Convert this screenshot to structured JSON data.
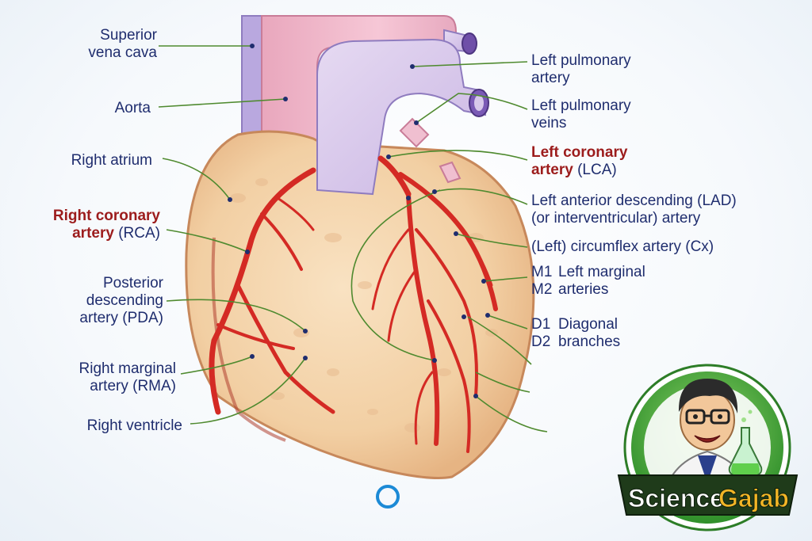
{
  "labels": {
    "svc": [
      "Superior",
      "vena cava"
    ],
    "aorta": "Aorta",
    "right_atrium": "Right atrium",
    "rca": [
      "Right coronary",
      "artery",
      "(RCA)"
    ],
    "pda": [
      "Posterior",
      "descending",
      "artery (PDA)"
    ],
    "rma": [
      "Right marginal",
      "artery (RMA)"
    ],
    "right_ventricle": "Right ventricle",
    "lpa": [
      "Left pulmonary",
      "artery"
    ],
    "lpv": [
      "Left pulmonary",
      "veins"
    ],
    "lca": [
      "Left coronary",
      "artery",
      "(LCA)"
    ],
    "lad": [
      "Left anterior descending (LAD)",
      "(or interventricular) artery"
    ],
    "cx": "(Left) circumflex artery (Cx)",
    "marginal": {
      "m1": "M1",
      "m2": "M2",
      "line1": "Left marginal",
      "line2": "arteries"
    },
    "diagonal": {
      "d1": "D1",
      "d2": "D2",
      "line1": "Diagonal",
      "line2": "branches"
    }
  },
  "logo": {
    "word1": "Science",
    "word2": "Gajab"
  },
  "colors": {
    "label_text": "#1f2d6e",
    "coronary_label": "#9c1c1c",
    "leader_line": "#4f8a2f",
    "myocardium": "#f4d7b0",
    "artery": "#d42a24",
    "vessel": "#d7c8ea",
    "aorta": "#f0b8cb",
    "logo_green": "#3aa435"
  }
}
